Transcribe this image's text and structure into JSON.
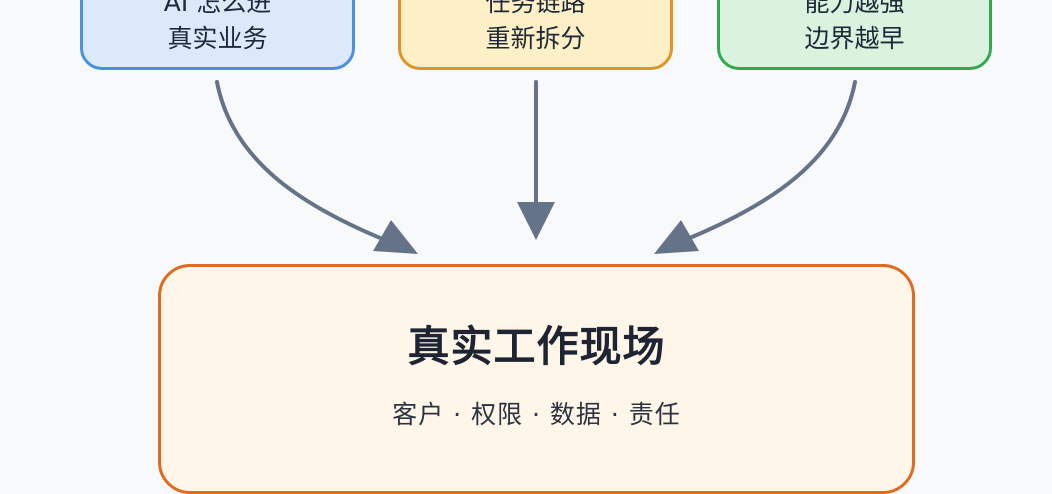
{
  "cards": {
    "blue": {
      "line1": "AI 怎么进",
      "line2": "真实业务",
      "border_color": "#4a90e2",
      "fill_color": "#dbe9fb"
    },
    "yellow": {
      "line1": "任务链路",
      "line2": "重新拆分",
      "border_color": "#e19426",
      "fill_color": "#fdf0c6"
    },
    "green": {
      "line1": "能力越强",
      "line2": "边界越早",
      "border_color": "#32a852",
      "fill_color": "#d9f3df"
    }
  },
  "arrow_color": "#657388",
  "main": {
    "title": "真实工作现场",
    "subtitle": "客户 · 权限 · 数据 · 责任",
    "border_color": "#e06a1f",
    "fill_color": "#fff6ea"
  }
}
